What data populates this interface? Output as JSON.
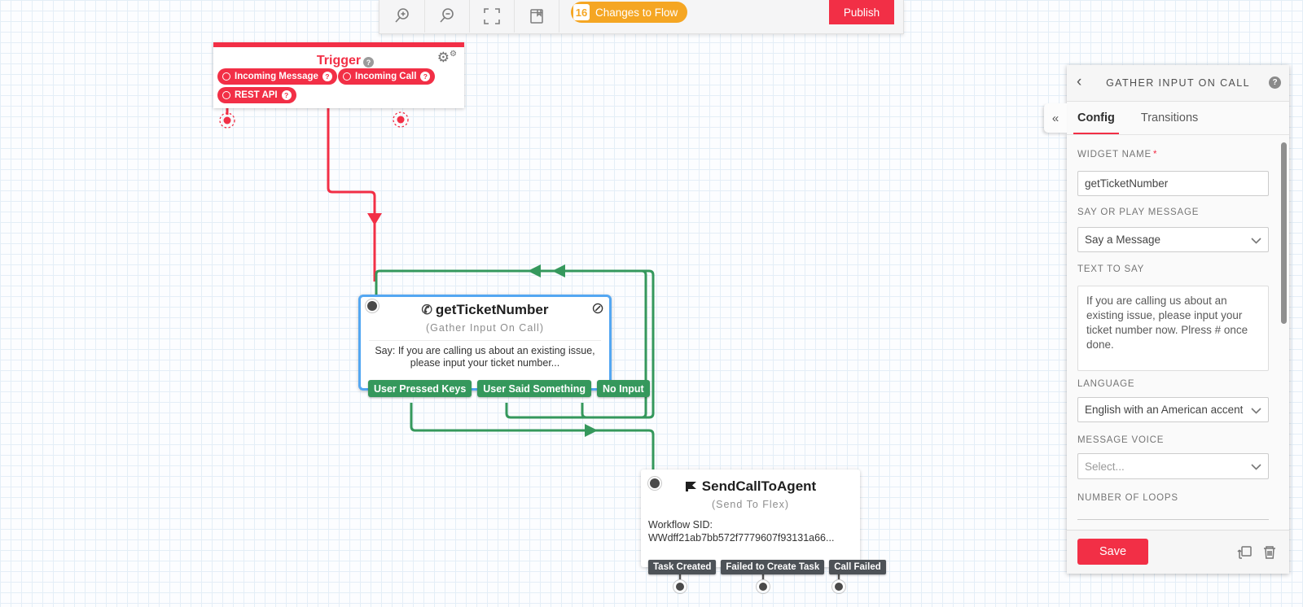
{
  "colors": {
    "accent_red": "#f22f46",
    "transition_green": "#35985c",
    "badge_orange": "#f5a623",
    "selected_blue": "#54a7f2",
    "dark_pill": "#4d5257"
  },
  "icons": {
    "gear": "⚙",
    "no_entry": "⊘",
    "phone": "✆",
    "collapse": "«",
    "back": "‹",
    "help": "?"
  },
  "toolbar": {
    "changes_badge": {
      "count": "16",
      "label": "Changes to Flow"
    },
    "publish_label": "Publish"
  },
  "canvas": {
    "trigger": {
      "title": "Trigger",
      "pills": [
        "Incoming Message",
        "Incoming Call",
        "REST API"
      ]
    },
    "gather_widget": {
      "title": "getTicketNumber",
      "subtitle": "(Gather Input On Call)",
      "body": "Say: If you are calling us about an existing issue, please input your ticket number...",
      "pills": [
        "User Pressed Keys",
        "User Said Something",
        "No Input"
      ]
    },
    "flex_widget": {
      "title": "SendCallToAgent",
      "subtitle": "(Send To Flex)",
      "body_line1": "Workflow SID:",
      "body_line2": "WWdff21ab7bb572f7779607f93131a66...",
      "pills": [
        "Task Created",
        "Failed to Create Task",
        "Call Failed"
      ]
    }
  },
  "panel": {
    "title": "GATHER INPUT ON CALL",
    "tabs": [
      {
        "label": "Config"
      },
      {
        "label": "Transitions"
      }
    ],
    "fields": {
      "widget_name": {
        "label": "WIDGET NAME",
        "required_mark": "*",
        "value": "getTicketNumber"
      },
      "say_or_play": {
        "label": "SAY OR PLAY MESSAGE",
        "value": "Say a Message"
      },
      "text_to_say": {
        "label": "TEXT TO SAY",
        "value": "If you are calling us about an existing issue, please input your ticket number now. Plress # once done."
      },
      "language": {
        "label": "LANGUAGE",
        "value": "English with an American accent"
      },
      "message_voice": {
        "label": "MESSAGE VOICE",
        "placeholder": "Select..."
      },
      "number_of_loops": {
        "label": "NUMBER OF LOOPS"
      }
    },
    "save_label": "Save"
  }
}
